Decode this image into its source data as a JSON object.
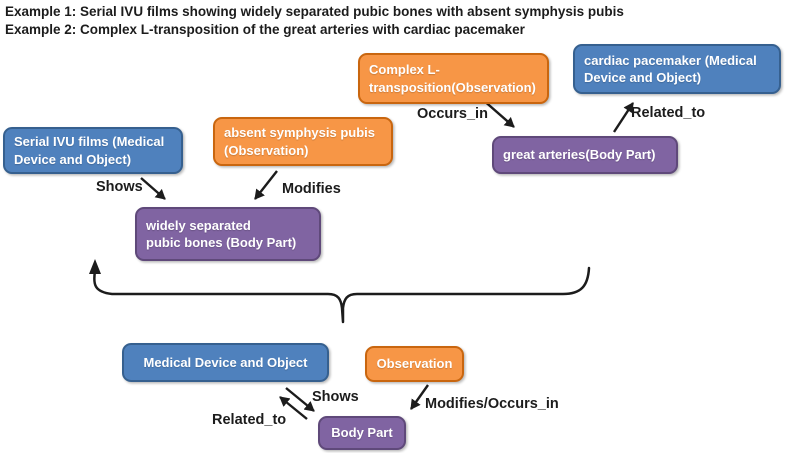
{
  "title": {
    "line1": "Example 1: Serial IVU films showing widely separated pubic bones with absent symphysis pubis",
    "line2": "Example 2: Complex L-transposition of the great arteries with cardiac pacemaker"
  },
  "colors": {
    "medical": "#4f81bd",
    "medical_border": "#36608f",
    "observation": "#f79646",
    "observation_border": "#c9660f",
    "bodypart": "#8064a2",
    "bodypart_border": "#5f497a",
    "ink": "#1c1c1c"
  },
  "example_graph": {
    "nodes": {
      "serial_ivu": {
        "label": "Serial IVU films (Medical Device and Object)",
        "lines": [
          "Serial IVU films (Medical",
          "Device and Object)"
        ],
        "type": "Medical Device and Object"
      },
      "absent_symphysis": {
        "label": "absent symphysis pubis (Observation)",
        "lines": [
          "absent symphysis pubis",
          "(Observation)"
        ],
        "type": "Observation"
      },
      "complex_l": {
        "label": "Complex L-transposition(Observation)",
        "lines": [
          "Complex L-",
          "transposition(Observation)"
        ],
        "type": "Observation"
      },
      "cardiac_pacemaker": {
        "label": "cardiac pacemaker (Medical Device and Object)",
        "lines": [
          "cardiac pacemaker (Medical",
          "Device and Object)"
        ],
        "type": "Medical Device and Object"
      },
      "pubic_bones": {
        "label": "widely separated pubic bones (Body Part)",
        "lines": [
          "widely separated",
          "pubic bones (Body Part)"
        ],
        "type": "Body Part"
      },
      "great_arteries": {
        "label": "great arteries(Body Part)",
        "lines": [
          "great arteries(Body Part)"
        ],
        "type": "Body Part"
      }
    },
    "edge_labels": {
      "shows": "Shows",
      "modifies": "Modifies",
      "occurs_in": "Occurs_in",
      "related_to": "Related_to"
    }
  },
  "schema_graph": {
    "nodes": {
      "medical_device": {
        "label": "Medical Device and Object"
      },
      "observation": {
        "label": "Observation"
      },
      "body_part": {
        "label": "Body Part"
      }
    },
    "edge_labels": {
      "shows": "Shows",
      "related_to": "Related_to",
      "modifies_occurs_in": "Modifies/Occurs_in"
    }
  }
}
